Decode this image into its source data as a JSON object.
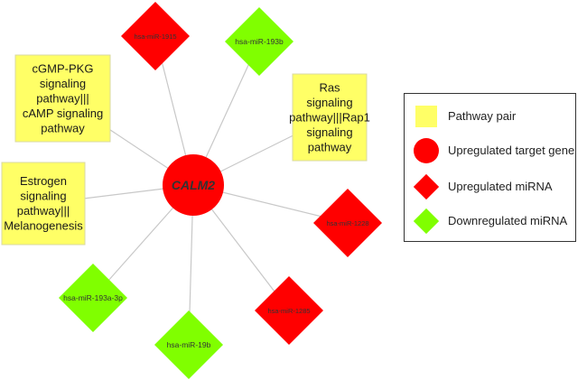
{
  "network": {
    "center": {
      "label": "CALM2",
      "type": "upregulated_target_gene",
      "color": "#ff0000"
    },
    "nodes": [
      {
        "id": "mir-top-red",
        "label": "hsa-miR-1915",
        "type": "upregulated_mirna",
        "color": "#ff0000"
      },
      {
        "id": "mir-193b",
        "label": "hsa-miR-193b",
        "type": "downregulated_mirna",
        "color": "#80ff00"
      },
      {
        "id": "pw-ras",
        "label": "Ras signaling pathway|||Rap1 signaling pathway",
        "type": "pathway_pair",
        "color": "#ffff66"
      },
      {
        "id": "mir-right-red",
        "label": "hsa-miR-1228",
        "type": "upregulated_mirna",
        "color": "#ff0000"
      },
      {
        "id": "mir-bottom-red",
        "label": "hsa-miR-1285",
        "type": "upregulated_mirna",
        "color": "#ff0000"
      },
      {
        "id": "mir-19b",
        "label": "hsa-miR-19b",
        "type": "downregulated_mirna",
        "color": "#80ff00"
      },
      {
        "id": "mir-193a-3p",
        "label": "hsa-miR-193a-3p",
        "type": "downregulated_mirna",
        "color": "#80ff00"
      },
      {
        "id": "pw-estrogen",
        "label": "Estrogen signaling pathway||| Melanogenesis",
        "type": "pathway_pair",
        "color": "#ffff66"
      },
      {
        "id": "pw-cgmp",
        "label": "cGMP-PKG signaling pathway||| cAMP signaling pathway",
        "type": "pathway_pair",
        "color": "#ffff66"
      }
    ]
  },
  "legend": {
    "items": [
      {
        "label": "Pathway pair",
        "shape": "square",
        "color": "#ffff66"
      },
      {
        "label": "Upregulated target gene",
        "shape": "circle",
        "color": "#ff0000"
      },
      {
        "label": "Upregulated miRNA",
        "shape": "diamond",
        "color": "#ff0000"
      },
      {
        "label": "Downregulated miRNA",
        "shape": "diamond",
        "color": "#80ff00"
      }
    ]
  },
  "colors": {
    "edge": "#c8c8c8",
    "pathway_fill": "#ffff66",
    "pathway_stroke": "#d8d8a0",
    "up_fill": "#ff0000",
    "down_fill": "#80ff00",
    "center_label": "#333333"
  }
}
